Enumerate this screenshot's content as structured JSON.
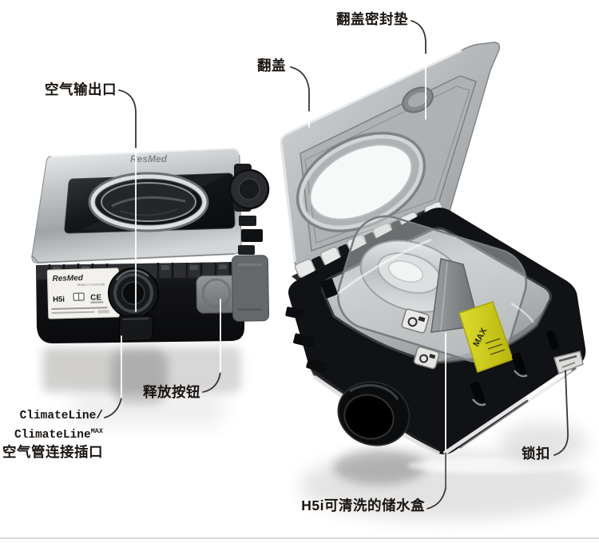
{
  "figure": {
    "kind": "product-anatomy-diagram",
    "subject": "ResMed H5i heated humidifier, closed front view and open top view",
    "background_color": "#ffffff",
    "divider_color": "#d7d7d2"
  },
  "callouts": {
    "air_outlet": "空气输出口",
    "flip_lid": "翻盖",
    "lid_seal": "翻盖密封垫",
    "release_button": "释放按钮",
    "tube_port_line1": "ClimateLine/",
    "tube_port_line2_base": "ClimateLine",
    "tube_port_line2_sup": "MAX",
    "tube_port_line3": "空气管连接插口",
    "latch": "锁扣",
    "water_tub": "H5i可清洗的储水盒"
  },
  "device_text": {
    "lid_logo": "ResMed",
    "front_label_brand": "ResMed",
    "front_label_origin": "Made in Australia",
    "front_label_model": "H5i",
    "front_label_ce": "CE",
    "max_tag": "MAX"
  },
  "colors": {
    "leader_dark": "#3a3531",
    "leader_light": "#ffffff",
    "chrome": "#c6cacc",
    "device_black": "#131417",
    "max_tag_yellow": "#d7d422",
    "label_text": "#18130f"
  }
}
